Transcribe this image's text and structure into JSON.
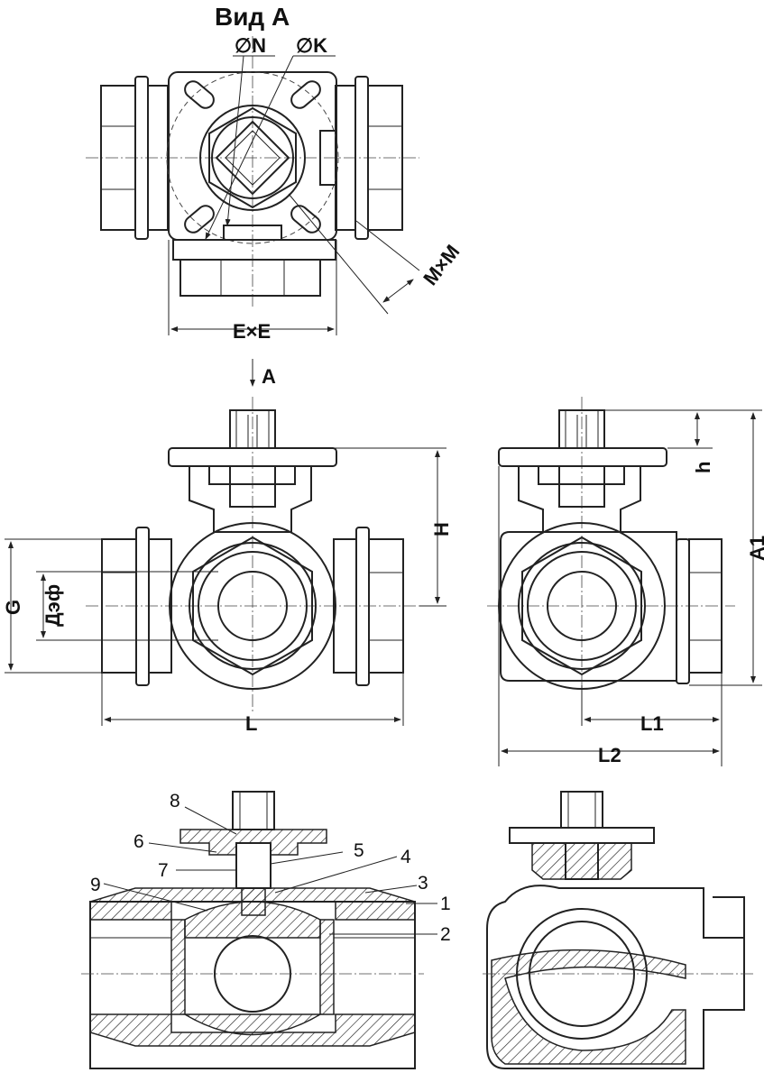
{
  "view_a": {
    "title": "Вид А",
    "dia_n": "∅N",
    "dia_k": "∅K",
    "mxm": "M×M",
    "exe": "E×E"
  },
  "front_view": {
    "arrow_label": "A",
    "h_label": "H",
    "g_label": "G",
    "dn_label": "Дэф",
    "l_label": "L"
  },
  "side_view": {
    "small_h": "h",
    "a1_label": "A1",
    "l1_label": "L1",
    "l2_label": "L2"
  },
  "section_view": {
    "callouts": [
      {
        "n": "1"
      },
      {
        "n": "2"
      },
      {
        "n": "3"
      },
      {
        "n": "4"
      },
      {
        "n": "5"
      },
      {
        "n": "6"
      },
      {
        "n": "7"
      },
      {
        "n": "8"
      },
      {
        "n": "9"
      }
    ]
  }
}
